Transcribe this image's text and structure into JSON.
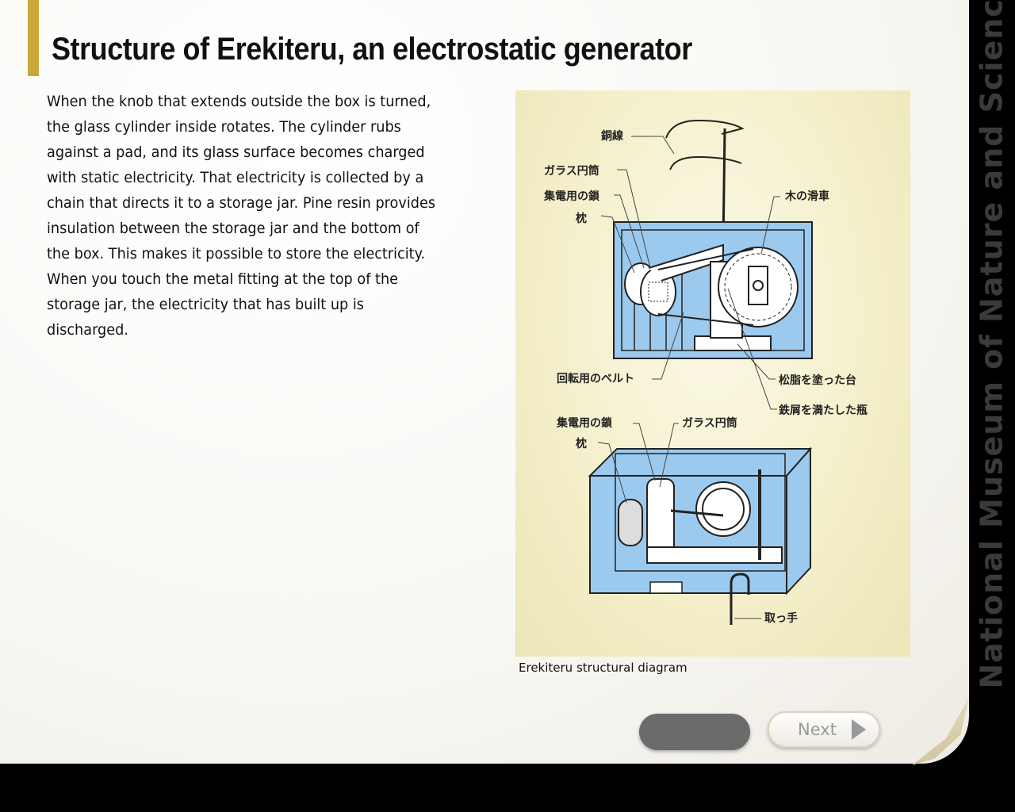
{
  "side_title": "National Museum of Nature and Science",
  "page_title": "Structure of Erekiteru, an electrostatic generator",
  "body_text": "When the knob that extends outside the box is turned, the glass cylinder inside rotates. The cylinder rubs against a pad, and its glass surface becomes charged with static electricity. That electricity is collected by a chain that directs it to a storage jar. Pine resin provides insulation between the storage jar and the bottom of the box. This makes it possible to store the electricity. When you touch the metal fitting at the top of the storage jar, the electricity that has built up is discharged.",
  "figure": {
    "caption": "Erekiteru structural diagram",
    "labels": {
      "copper_wire": "銅線",
      "glass_cylinder": "ガラス円筒",
      "collector_chain": "集電用の鎖",
      "pillow": "枕",
      "wooden_pulley": "木の滑車",
      "rotation_belt": "回転用のベルト",
      "resin_stand": "松脂を塗った台",
      "iron_filings_jar": "鉄屑を満たした瓶",
      "collector_chain_2": "集電用の鎖",
      "glass_cylinder_2": "ガラス円筒",
      "pillow_2": "枕",
      "handle": "取っ手"
    },
    "colors": {
      "box_fill": "#9ccaee",
      "outline": "#222222",
      "background": "#f4efc9"
    }
  },
  "nav": {
    "next_label": "Next"
  },
  "colors": {
    "accent": "#c9a93a"
  }
}
